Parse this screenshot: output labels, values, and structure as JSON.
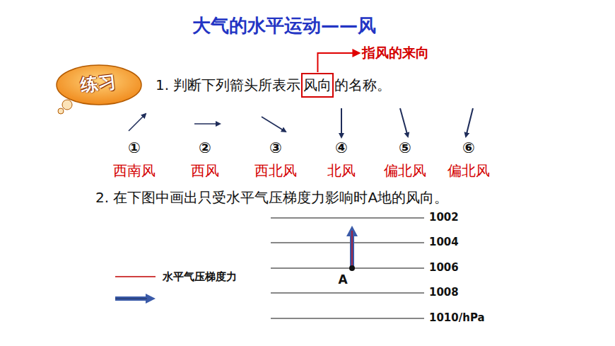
{
  "diagram": {
    "title": "大气的水平运动——风",
    "nodes": [
      {
        "text": [
          "练习"
        ]
      },
      {
        "text": [
          "风向"
        ]
      }
    ],
    "labels": [
      "指风的来向",
      "1. 判断下列箭头所表示",
      "的名称。",
      "①",
      "②",
      "③",
      "④",
      "⑤",
      "⑥",
      "西南风",
      "西风",
      "西北风",
      "北风",
      "偏北风",
      "偏北风",
      "2. 在下图中画出只受水平气压梯度力影响时A地的风向。",
      "1002",
      "1004",
      "1006",
      "1008",
      "1010/hPa",
      "A"
    ],
    "legend": [
      {
        "text": "水平气压梯度力"
      }
    ]
  }
}
